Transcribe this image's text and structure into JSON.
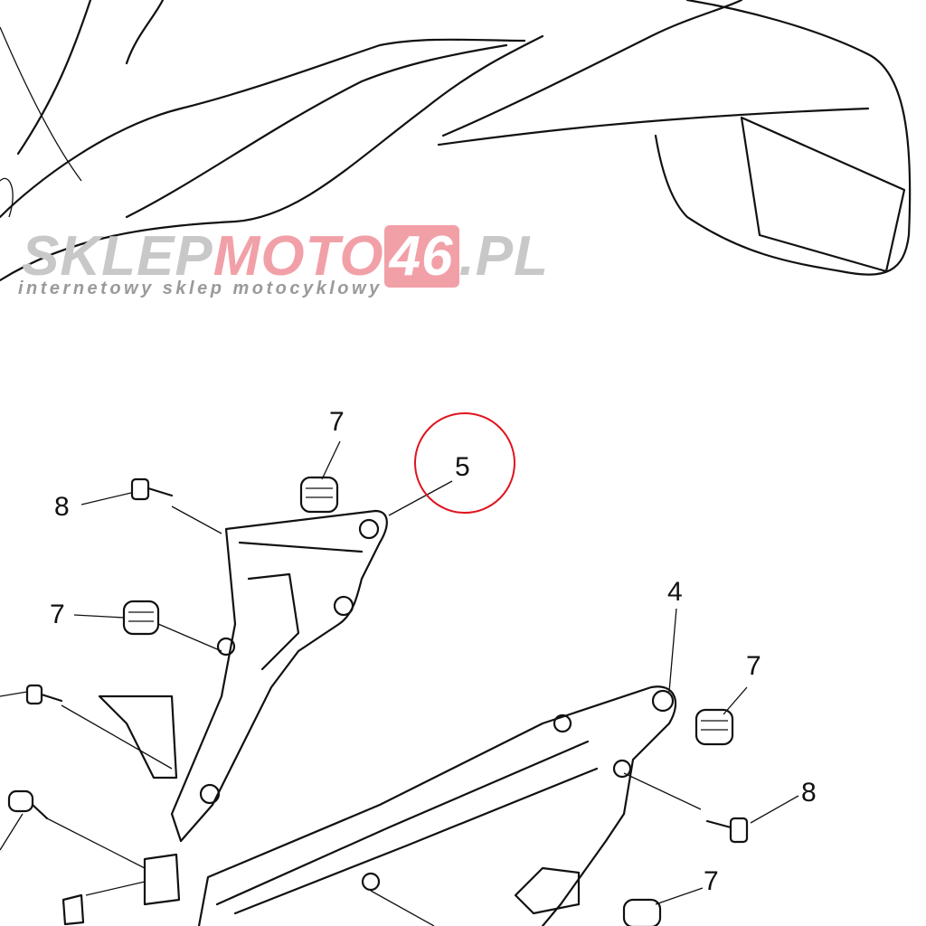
{
  "watermark": {
    "brand_part1": "SKLEP",
    "brand_part2": "MOTO",
    "brand_number": "46",
    "brand_suffix": ".PL",
    "tagline": "internetowy sklep motocyklowy"
  },
  "callouts": [
    {
      "id": "label-7-top",
      "text": "7"
    },
    {
      "id": "label-5",
      "text": "5",
      "highlighted": true
    },
    {
      "id": "label-8-left",
      "text": "8"
    },
    {
      "id": "label-7-left",
      "text": "7"
    },
    {
      "id": "label-4",
      "text": "4"
    },
    {
      "id": "label-7-right",
      "text": "7"
    },
    {
      "id": "label-8-right",
      "text": "8"
    },
    {
      "id": "label-7-bottom",
      "text": "7"
    }
  ],
  "colors": {
    "highlight": "#e0141e",
    "watermark_accent": "#f2a0a8"
  }
}
